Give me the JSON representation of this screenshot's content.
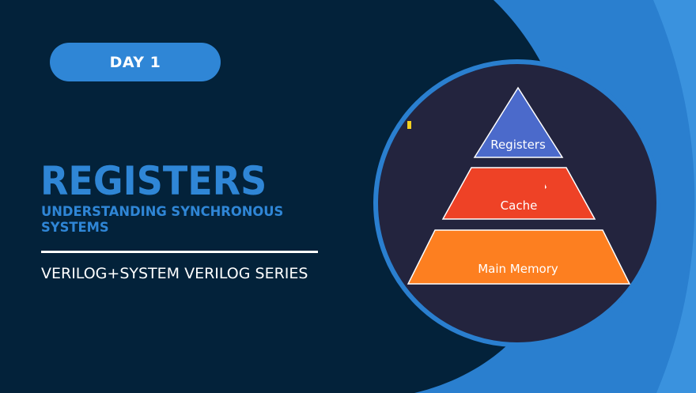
{
  "badge": {
    "label": "DAY 1"
  },
  "title": "REGISTERS",
  "subtitle": "UNDERSTANDING SYNCHRONOUS SYSTEMS",
  "series": "VERILOG+SYSTEM VERILOG SERIES",
  "pyramid": {
    "levels": [
      {
        "label": "Registers",
        "color": "#4b6acb"
      },
      {
        "label": "Cache",
        "color": "#ee4226"
      },
      {
        "label": "Main Memory",
        "color": "#fd7f20"
      }
    ]
  },
  "colors": {
    "background": "#03223a",
    "accent": "#2f86d6",
    "circle_fill": "#23243e"
  }
}
